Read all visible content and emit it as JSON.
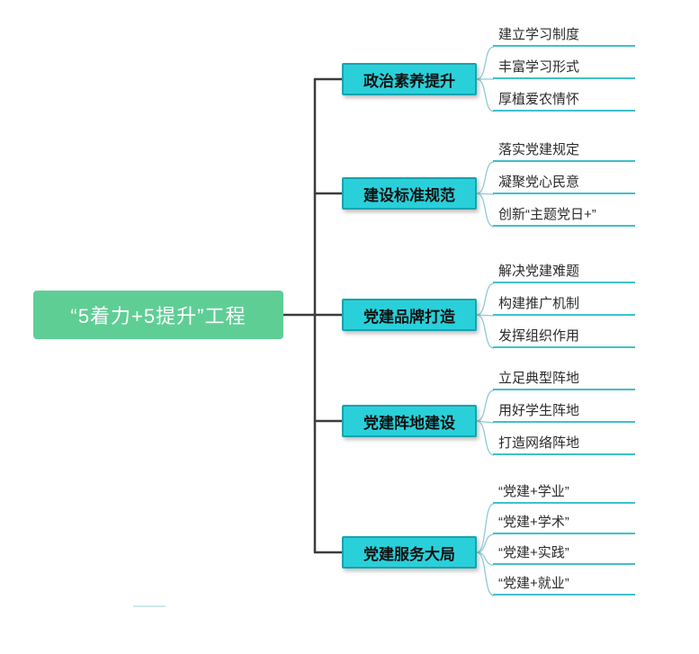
{
  "root": {
    "label": "“5着力+5提升”工程"
  },
  "branches": [
    {
      "label": "政治素养提升",
      "children": [
        "建立学习制度",
        "丰富学习形式",
        "厚植爱农情怀"
      ]
    },
    {
      "label": "建设标准规范",
      "children": [
        "落实党建规定",
        "凝聚党心民意",
        "创新“主题党日+”"
      ]
    },
    {
      "label": "党建品牌打造",
      "children": [
        "解决党建难题",
        "构建推广机制",
        "发挥组织作用"
      ]
    },
    {
      "label": "党建阵地建设",
      "children": [
        "立足典型阵地",
        "用好学生阵地",
        "打造网络阵地"
      ]
    },
    {
      "label": "党建服务大局",
      "children": [
        "“党建+学业”",
        "“党建+学术”",
        "“党建+实践”",
        "“党建+就业”"
      ]
    }
  ],
  "colors": {
    "root_fill": "#5fce95",
    "branch_fill": "#29d0da",
    "branch_border": "#17a3ae",
    "leaf_line": "#3fc1cb",
    "fan": "#8ccbd2",
    "trunk": "#3c3c3c"
  }
}
